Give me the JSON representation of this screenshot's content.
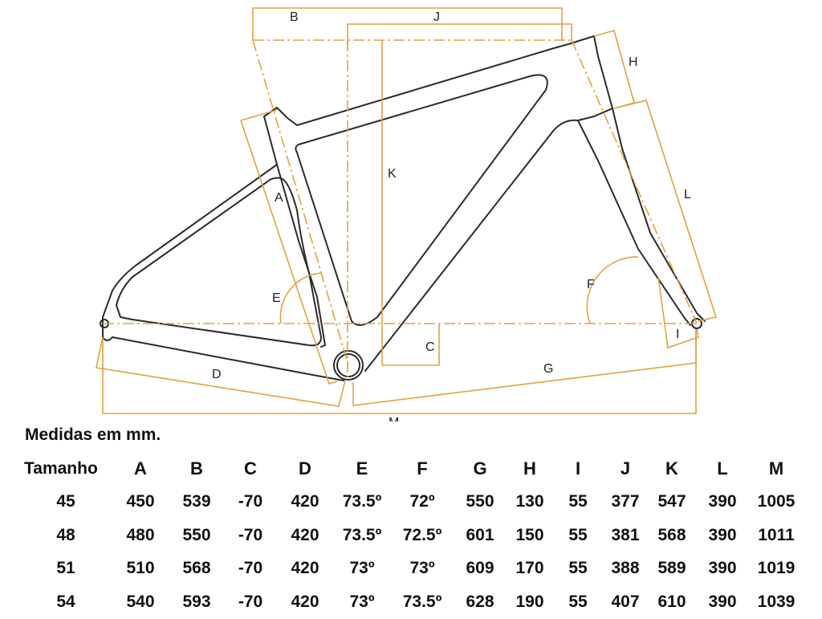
{
  "diagram": {
    "colors": {
      "frame": "#2b2b2b",
      "dimension": "#e2a23a",
      "text": "#222222"
    },
    "labels": {
      "A": "A",
      "B": "B",
      "C": "C",
      "D": "D",
      "E": "E",
      "F": "F",
      "G": "G",
      "H": "H",
      "I": "I",
      "J": "J",
      "K": "K",
      "L": "L",
      "M": "M"
    }
  },
  "caption": "Medidas em mm.",
  "table": {
    "row_header": "Tamanho",
    "columns": [
      "A",
      "B",
      "C",
      "D",
      "E",
      "F",
      "G",
      "H",
      "I",
      "J",
      "K",
      "L",
      "M"
    ],
    "rows": [
      {
        "size": "45",
        "values": [
          "450",
          "539",
          "-70",
          "420",
          "73.5º",
          "72º",
          "550",
          "130",
          "55",
          "377",
          "547",
          "390",
          "1005"
        ]
      },
      {
        "size": "48",
        "values": [
          "480",
          "550",
          "-70",
          "420",
          "73.5º",
          "72.5º",
          "601",
          "150",
          "55",
          "381",
          "568",
          "390",
          "1011"
        ]
      },
      {
        "size": "51",
        "values": [
          "510",
          "568",
          "-70",
          "420",
          "73º",
          "73º",
          "609",
          "170",
          "55",
          "388",
          "589",
          "390",
          "1019"
        ]
      },
      {
        "size": "54",
        "values": [
          "540",
          "593",
          "-70",
          "420",
          "73º",
          "73.5º",
          "628",
          "190",
          "55",
          "407",
          "610",
          "390",
          "1039"
        ]
      }
    ]
  }
}
